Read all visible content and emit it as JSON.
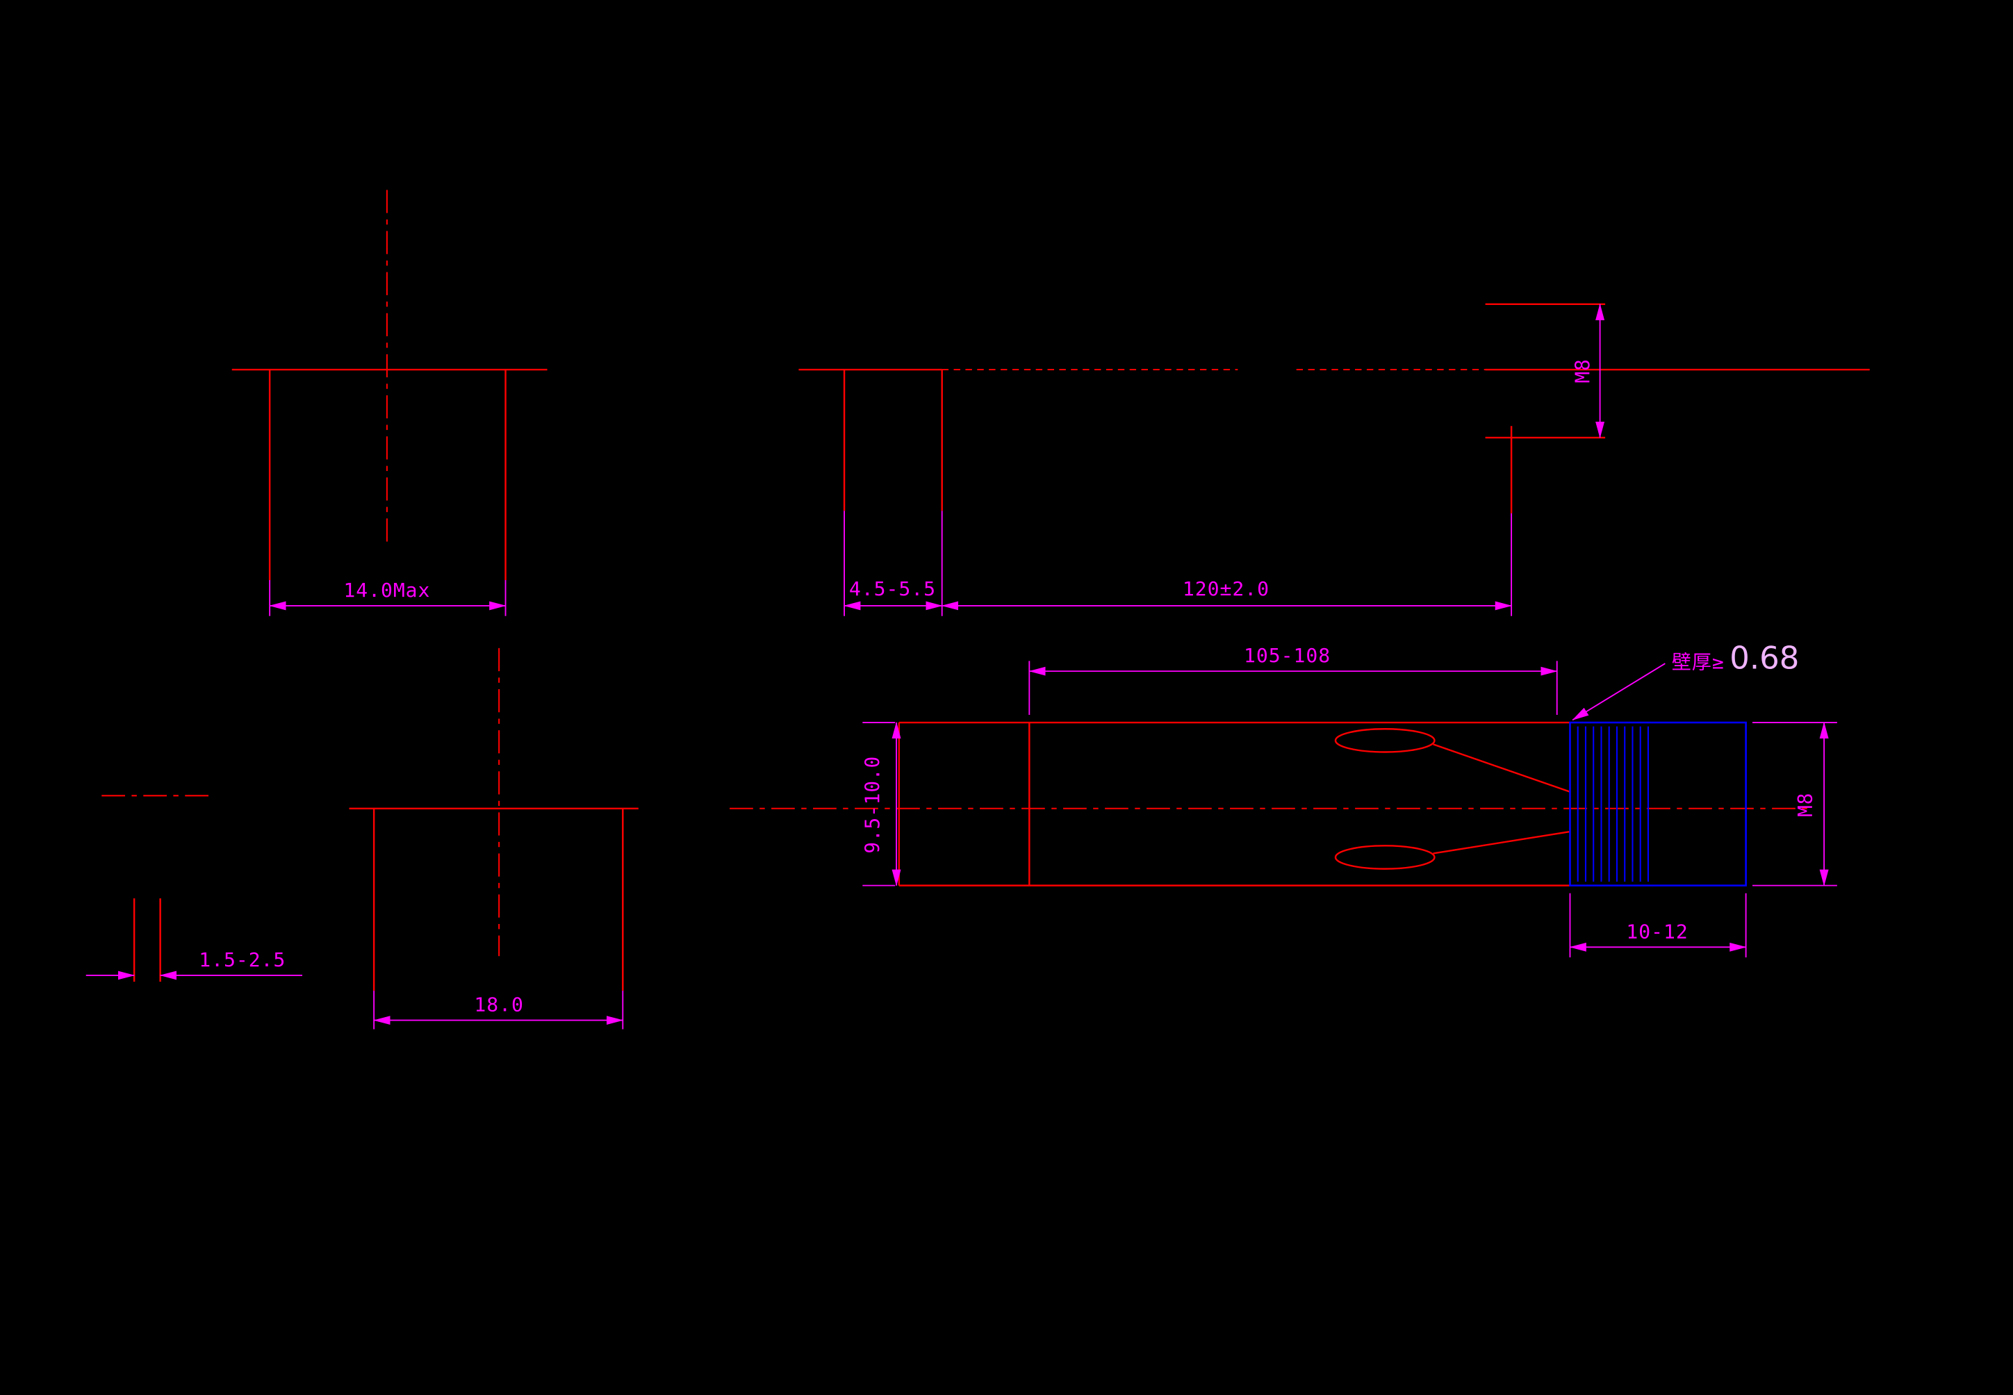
{
  "drawing": {
    "type": "cad-technical-drawing",
    "colors": {
      "background": "#000000",
      "object_line": "#ff0000",
      "dimension_line": "#ff00ff",
      "thread_section": "#0000ff",
      "note_highlight": "#f0b4ff"
    },
    "views": {
      "top_left": {
        "width_dim": "14.0Max"
      },
      "top_rod": {
        "tip_dim": "4.5-5.5",
        "length_dim": "120±2.0",
        "thread_label": "M8"
      },
      "bottom_left": {
        "thickness_dim": "1.5-2.5",
        "width_dim": "18.0"
      },
      "side_view": {
        "body_length_dim": "105-108",
        "diameter_dim": "9.5-10.0",
        "thread_length_dim": "10-12",
        "thread_label": "M8",
        "wall_note_prefix": "壁厚≥",
        "wall_note_value": "0.68"
      }
    }
  }
}
